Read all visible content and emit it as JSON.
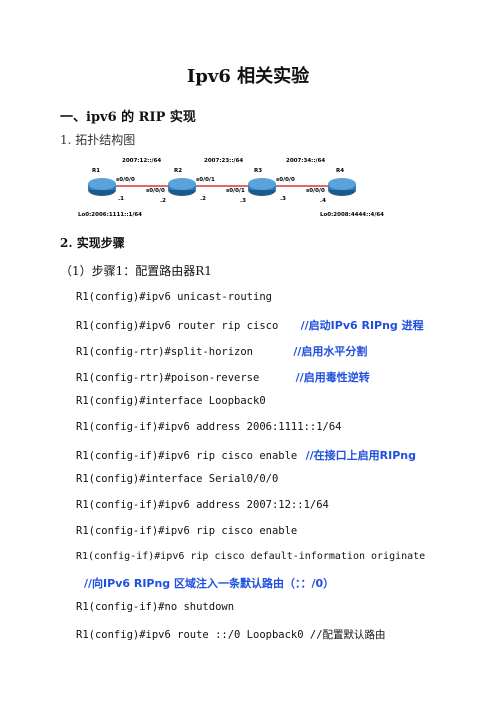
{
  "doc": {
    "title": "Ipv6 相关实验",
    "section1": "一、ipv6 的 RIP 实现",
    "topo_heading": "1. 拓扑结构图",
    "steps_heading": "2. 实现步骤",
    "step1": "（1）步骤1：配置路由器R1"
  },
  "topology": {
    "routers": [
      "R1",
      "R2",
      "R3",
      "R4"
    ],
    "links": [
      "2007:12::/64",
      "2007:23::/64",
      "2007:34::/64"
    ],
    "ports": [
      "s0/0/0",
      "s0/0/0",
      "s0/0/1",
      "s0/0/1",
      "s0/0/0",
      "s0/0/0"
    ],
    "hosts": [
      ".1",
      ".2",
      ".2",
      ".3",
      ".3",
      ".4"
    ],
    "loopbacks": [
      "Lo0:2006:1111::1/64",
      "Lo0:2008:4444::4/64"
    ]
  },
  "commands": [
    {
      "cmd": "R1(config)#ipv6 unicast-routing",
      "comment": ""
    },
    {
      "cmd": "R1(config)#ipv6 router rip cisco",
      "comment": "//启动IPv6 RIPng 进程"
    },
    {
      "cmd": "R1(config-rtr)#split-horizon",
      "comment": "//启用水平分割"
    },
    {
      "cmd": "R1(config-rtr)#poison-reverse",
      "comment": "//启用毒性逆转"
    },
    {
      "cmd": "R1(config)#interface Loopback0",
      "comment": ""
    },
    {
      "cmd": "R1(config-if)#ipv6 address 2006:1111::1/64",
      "comment": ""
    },
    {
      "cmd": "R1(config-if)#ipv6 rip cisco enable",
      "comment": "//在接口上启用RIPng"
    },
    {
      "cmd": "R1(config)#interface Serial0/0/0",
      "comment": ""
    },
    {
      "cmd": "R1(config-if)#ipv6 address 2007:12::1/64",
      "comment": ""
    },
    {
      "cmd": "R1(config-if)#ipv6 rip cisco enable",
      "comment": ""
    },
    {
      "cmd": "R1(config-if)#ipv6 rip cisco default-information originate",
      "comment": ""
    },
    {
      "cmd": "",
      "comment": "//向IPv6 RIPng 区域注入一条默认路由（：：/0）"
    },
    {
      "cmd": "R1(config-if)#no shutdown",
      "comment": ""
    },
    {
      "cmd": "R1(config)#ipv6 route ::/0 Loopback0 //配置默认路由",
      "comment": ""
    }
  ]
}
